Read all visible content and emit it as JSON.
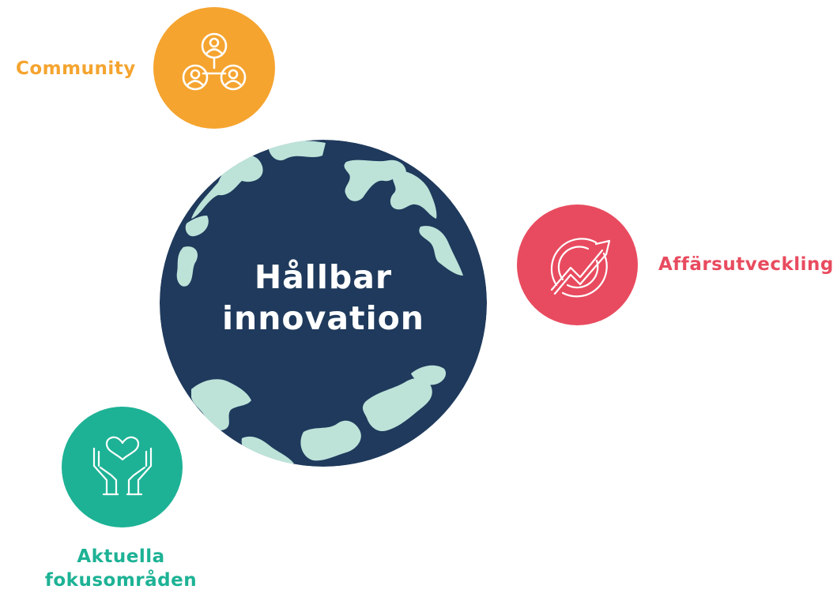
{
  "center": {
    "title_line1": "Hållbar",
    "title_line2": "innovation",
    "color": "#1f3a5c",
    "land_color": "#bde3d9"
  },
  "nodes": {
    "community": {
      "label": "Community",
      "color": "#f5a42f",
      "icon": "community-network-icon"
    },
    "business": {
      "label": "Affärsutveckling",
      "color": "#e84b5f",
      "icon": "growth-chart-icon"
    },
    "focus": {
      "label_line1": "Aktuella",
      "label_line2": "fokusområden",
      "color": "#1db295",
      "icon": "hands-heart-icon"
    }
  }
}
